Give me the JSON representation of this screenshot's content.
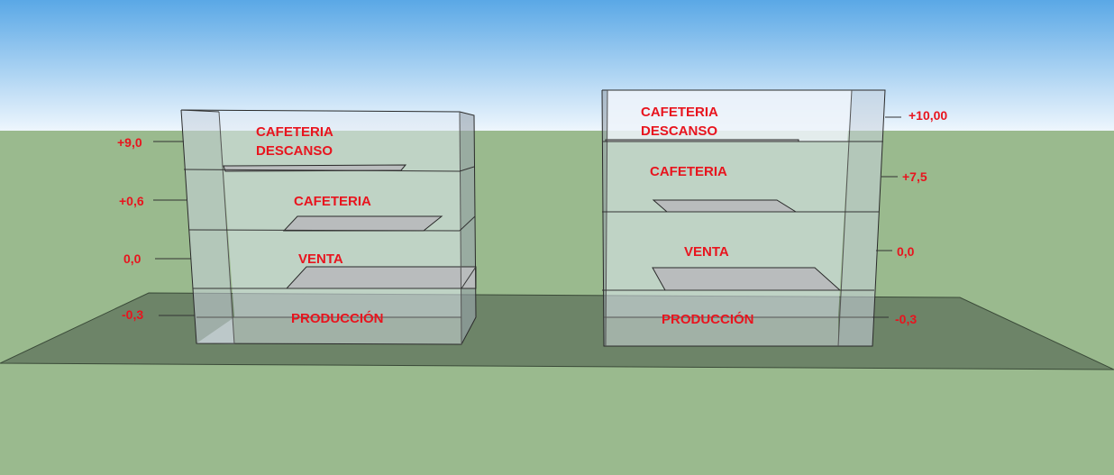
{
  "colors": {
    "sky_top": "#5aa8e6",
    "sky_bottom": "#eef6fd",
    "ground": "#9aba8e",
    "ground_plane": "#6d8468",
    "glass": "#dfe8f2",
    "slab": "#b9bcbd",
    "label": "#e8141e",
    "edge": "#2a2a2a"
  },
  "building_left": {
    "floors": [
      "CAFETERIA\nDESCANSO",
      "CAFETERIA",
      "VENTA",
      "PRODUCCIÓN"
    ],
    "levels": [
      "+9,0",
      "+0,6",
      "0,0",
      "-0,3"
    ]
  },
  "building_right": {
    "floors": [
      "CAFETERIA\nDESCANSO",
      "CAFETERIA",
      "VENTA",
      "PRODUCCIÓN"
    ],
    "levels": [
      "+10,00",
      "+7,5",
      "0,0",
      "-0,3"
    ]
  }
}
